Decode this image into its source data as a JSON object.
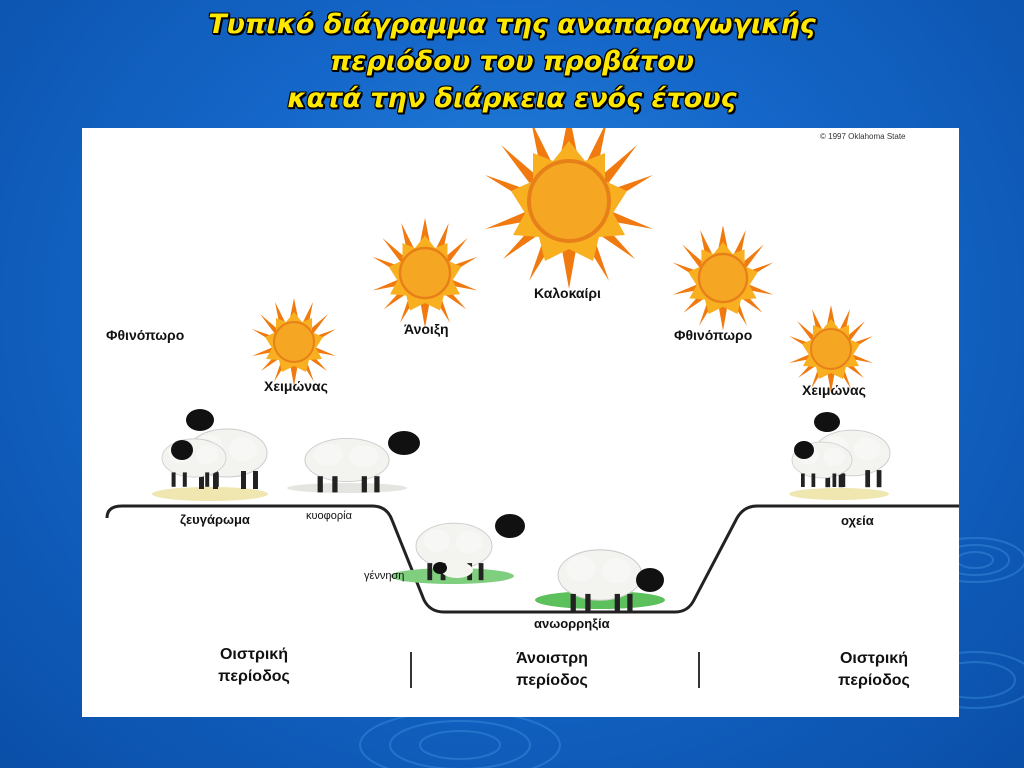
{
  "slide": {
    "title_lines": [
      "Τυπικό διάγραμμα της αναπαραγωγικής",
      "περιόδου του προβάτου",
      "κατά την διάρκεια ενός έτους"
    ]
  },
  "diagram": {
    "copyright": "© 1997 Oklahoma State",
    "seasons": {
      "autumn_left": "Φθινόπωρο",
      "winter_left": "Χειμώνας",
      "spring": "Άνοιξη",
      "summer": "Καλοκαίρι",
      "autumn_right": "Φθινόπωρο",
      "winter_right": "Χειμώνας"
    },
    "events": {
      "mating": "ζευγάρωμα",
      "pregnancy": "κυοφορία",
      "birth": "γέννηση",
      "anestrus_event": "ανωορρηξία",
      "estrus_right": "οχεία"
    },
    "periods": {
      "left": [
        "Οιστρική",
        "περίοδος"
      ],
      "middle": [
        "Άνοιστρη",
        "περίοδος"
      ],
      "right": [
        "Οιστρική",
        "περίοδος"
      ]
    },
    "colors": {
      "sun_rays": "#f07a10",
      "sun_core": "#f5a623",
      "title": "#ffe800",
      "grass": "#5cc05c"
    }
  }
}
